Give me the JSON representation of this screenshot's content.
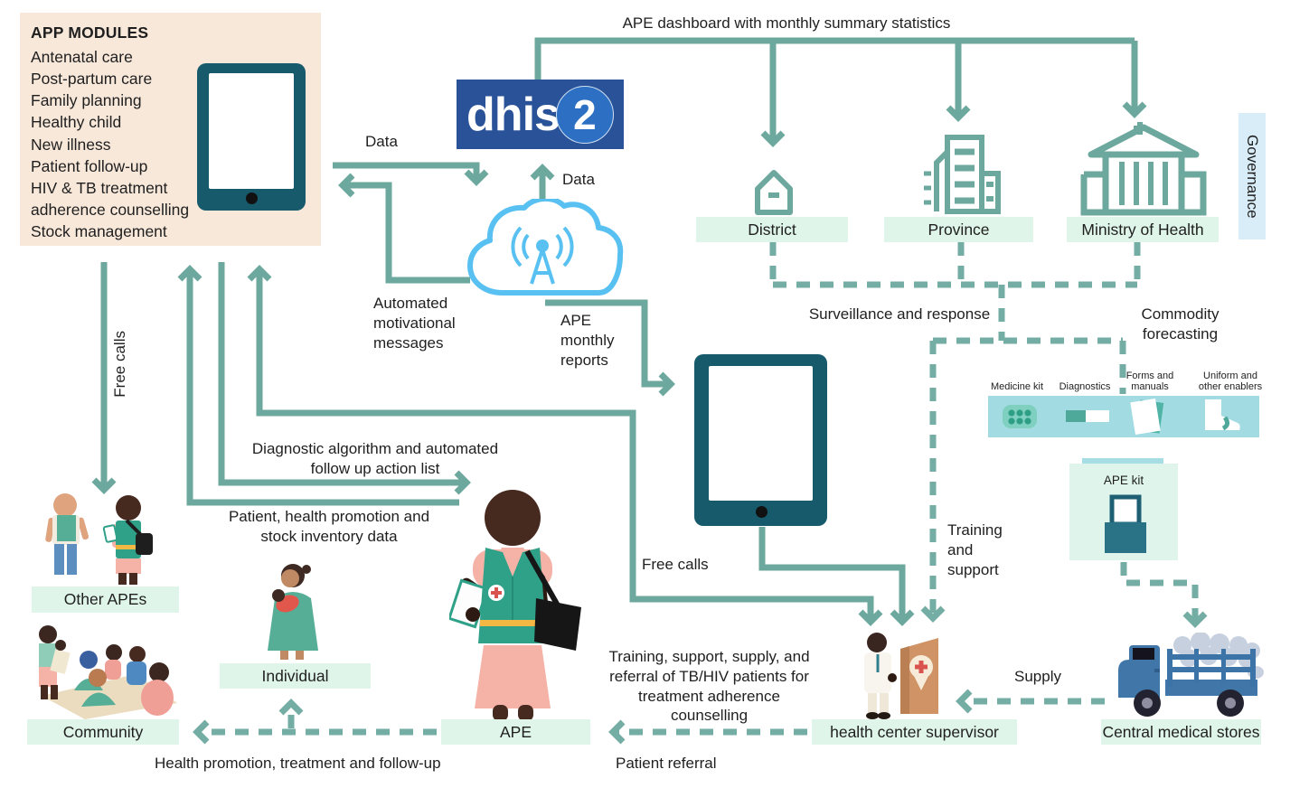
{
  "palette": {
    "line": "#6ca89d",
    "dashed": "#74ada4",
    "mint": "#dff5e9",
    "peach": "#f8e8da",
    "tablet": "#175a6c",
    "dhis_blue": "#2a5298",
    "cloud_blue": "#58c1f1",
    "strip_teal": "#a2dce2",
    "gov_blue": "#d9edf8"
  },
  "app_modules": {
    "title": "APP MODULES",
    "items": [
      "Antenatal care",
      "Post-partum care",
      "Family planning",
      "Healthy child",
      "New illness",
      "Patient follow-up",
      "HIV & TB treatment adherence counselling",
      "Stock management"
    ]
  },
  "logo": {
    "word": "dhis",
    "badge": "2"
  },
  "flows": {
    "dashboard": "APE dashboard with monthly summary statistics",
    "data_to_cloud": "Data",
    "data_to_dhis2": "Data",
    "automated": "Automated motivational messages",
    "ape_monthly": "APE monthly reports",
    "surveillance": "Surveillance and response",
    "commodity": "Commodity forecasting",
    "diagnostic": "Diagnostic algorithm and automated follow up action list",
    "patient_data": "Patient, health promotion and stock inventory data",
    "free_calls_left": "Free calls",
    "free_calls_mid": "Free calls",
    "training_support": "Training and support",
    "tbhiv": "Training, support, supply, and referral of TB/HIV patients for treatment adherence counselling",
    "patient_referral": "Patient referral",
    "health_promotion": "Health promotion, treatment and follow-up",
    "supply": "Supply"
  },
  "nodes": {
    "district": "District",
    "province": "Province",
    "moh": "Ministry of Health",
    "governance": "Governance",
    "other_apes": "Other APEs",
    "community": "Community",
    "individual": "Individual",
    "ape": "APE",
    "supervisor": "health center supervisor",
    "stores": "Central medical stores"
  },
  "ape_kit": {
    "label": "APE kit",
    "supplies": [
      "Medicine kit",
      "Diagnostics",
      "Forms and manuals",
      "Uniform and other enablers"
    ]
  }
}
